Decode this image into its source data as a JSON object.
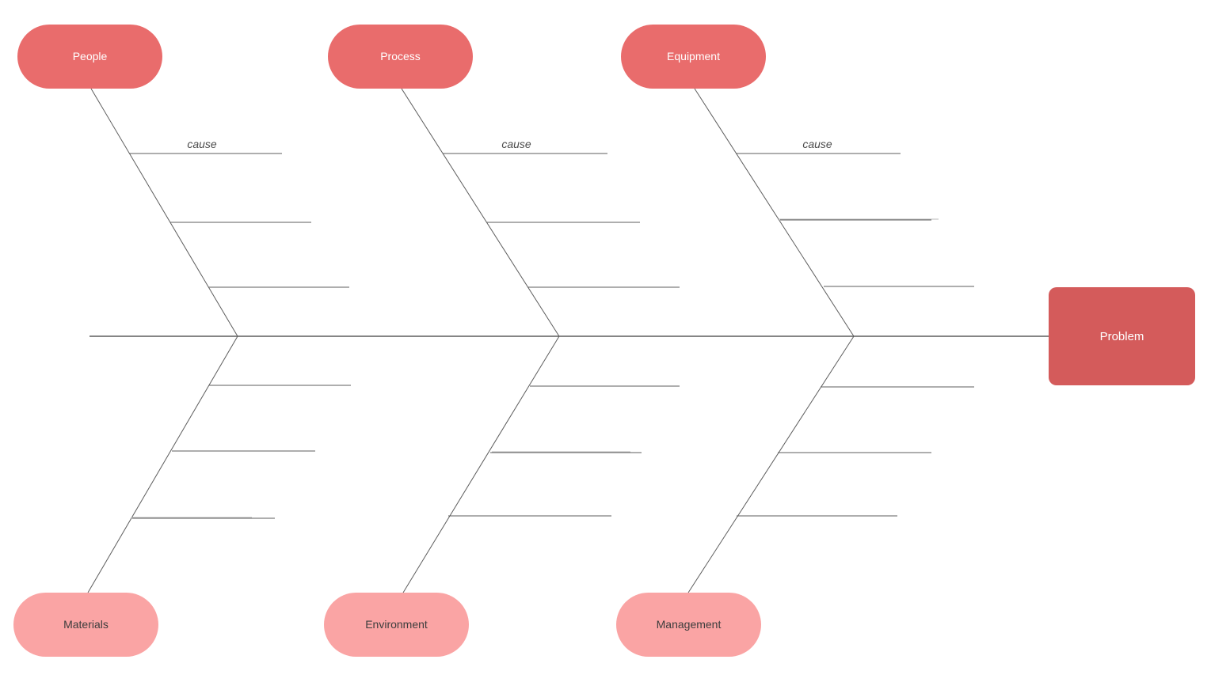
{
  "canvas": {
    "background": "#ffffff"
  },
  "diagram": {
    "type": "fishbone-ishikawa",
    "problem": {
      "label": "Problem"
    },
    "top_categories": [
      {
        "label": "People",
        "cause_label": "cause"
      },
      {
        "label": "Process",
        "cause_label": "cause"
      },
      {
        "label": "Equipment",
        "cause_label": "cause"
      }
    ],
    "bottom_categories": [
      {
        "label": "Materials"
      },
      {
        "label": "Environment"
      },
      {
        "label": "Management"
      }
    ],
    "colors": {
      "top_category_fill": "#e96c6c",
      "bottom_category_fill": "#faa4a4",
      "problem_fill": "#d45b5b",
      "line": "#5d5d5d",
      "top_category_text": "#ffffff",
      "bottom_category_text": "#3d3d3d",
      "cause_text": "#4b4b4b"
    }
  }
}
